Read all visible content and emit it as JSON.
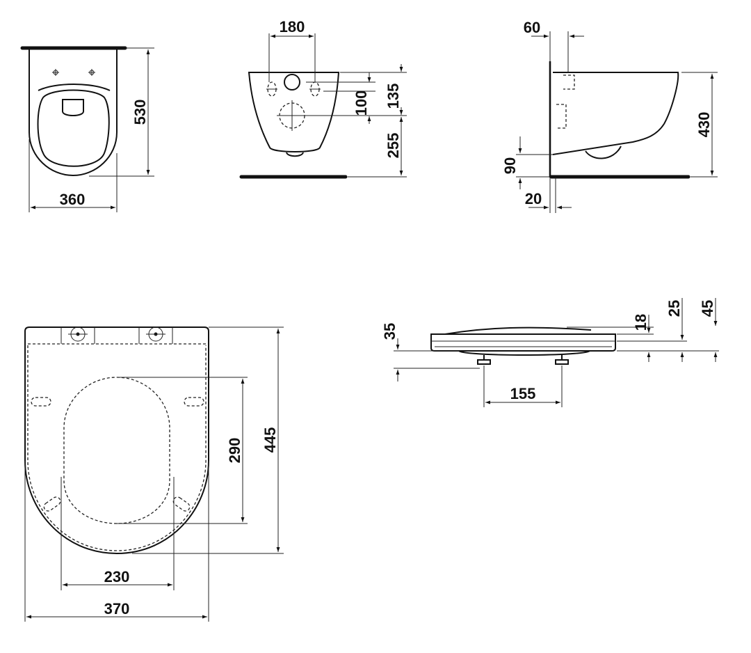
{
  "drawing": {
    "top_view": {
      "width_dim": "360",
      "depth_dim": "530"
    },
    "front_view": {
      "hole_spacing_dim": "180",
      "small_hole_offset_dim": "100",
      "large_hole_offset_dim": "135",
      "floor_to_large_hole_dim": "255"
    },
    "side_view": {
      "wall_gap_dim": "60",
      "bottom_height_dim": "90",
      "total_height_dim": "430",
      "wall_plate_dim": "20"
    },
    "seat_top_view": {
      "inner_width_dim": "230",
      "outer_width_dim": "370",
      "inner_length_dim": "290",
      "outer_length_dim": "445"
    },
    "seat_side_view": {
      "overall_height_dim": "35",
      "hinge_spacing_dim": "155",
      "lid_thickness_dim": "18",
      "seat_thickness_dim": "25",
      "total_thickness_dim": "45"
    }
  }
}
